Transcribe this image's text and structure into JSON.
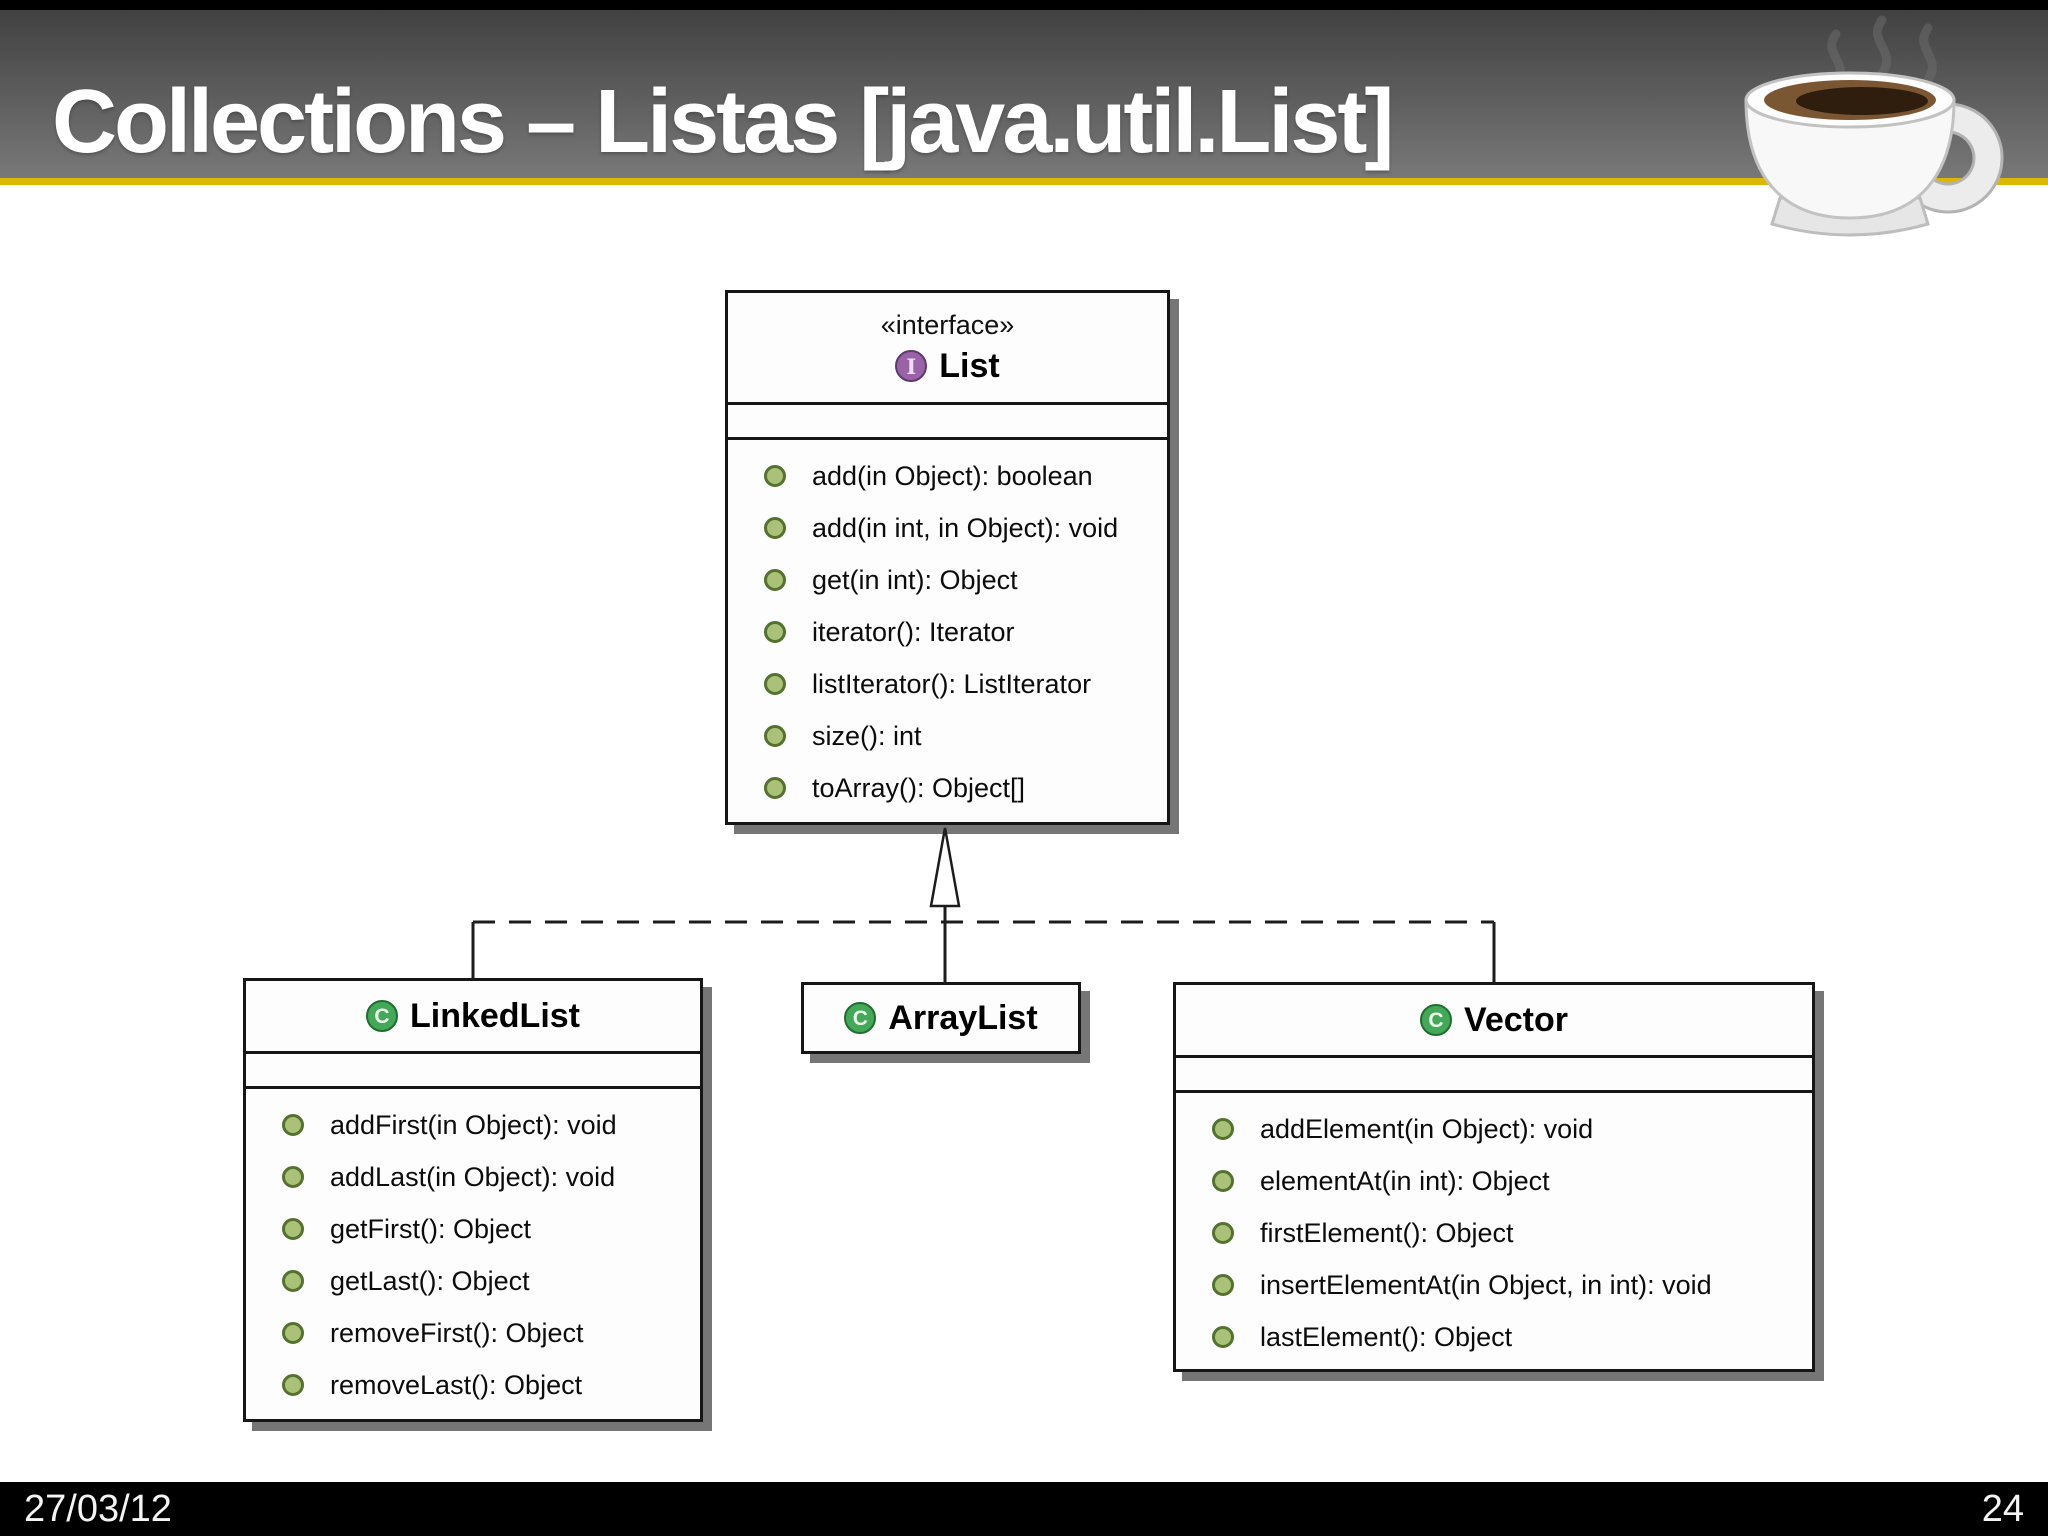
{
  "header": {
    "title": "Collections – Listas [java.util.List]"
  },
  "footer": {
    "date": "27/03/12",
    "page_number": "24"
  },
  "diagram": {
    "interface": {
      "stereotype": "«interface»",
      "icon_letter": "I",
      "name": "List",
      "methods": [
        "add(in Object): boolean",
        "add(in int, in Object): void",
        "get(in int): Object",
        "iterator(): Iterator",
        "listIterator(): ListIterator",
        "size(): int",
        "toArray(): Object[]"
      ]
    },
    "linkedlist": {
      "icon_letter": "C",
      "name": "LinkedList",
      "methods": [
        "addFirst(in Object): void",
        "addLast(in Object): void",
        "getFirst(): Object",
        "getLast(): Object",
        "removeFirst(): Object",
        "removeLast(): Object"
      ]
    },
    "arraylist": {
      "icon_letter": "C",
      "name": "ArrayList"
    },
    "vector": {
      "icon_letter": "C",
      "name": "Vector",
      "methods": [
        "addElement(in Object): void",
        "elementAt(in int): Object",
        "firstElement(): Object",
        "insertElementAt(in Object, in int): void",
        "lastElement(): Object"
      ]
    },
    "relationship": "dashed realization lines with hollow triangle pointing to List"
  },
  "colors": {
    "header_gradient_top": "#414141",
    "header_gradient_bottom": "#787878",
    "accent_line": "#ddb800",
    "interface_icon": "#9a63a8",
    "class_icon": "#43a857",
    "method_bullet": "#a9c277",
    "footer_bg": "#000000"
  }
}
